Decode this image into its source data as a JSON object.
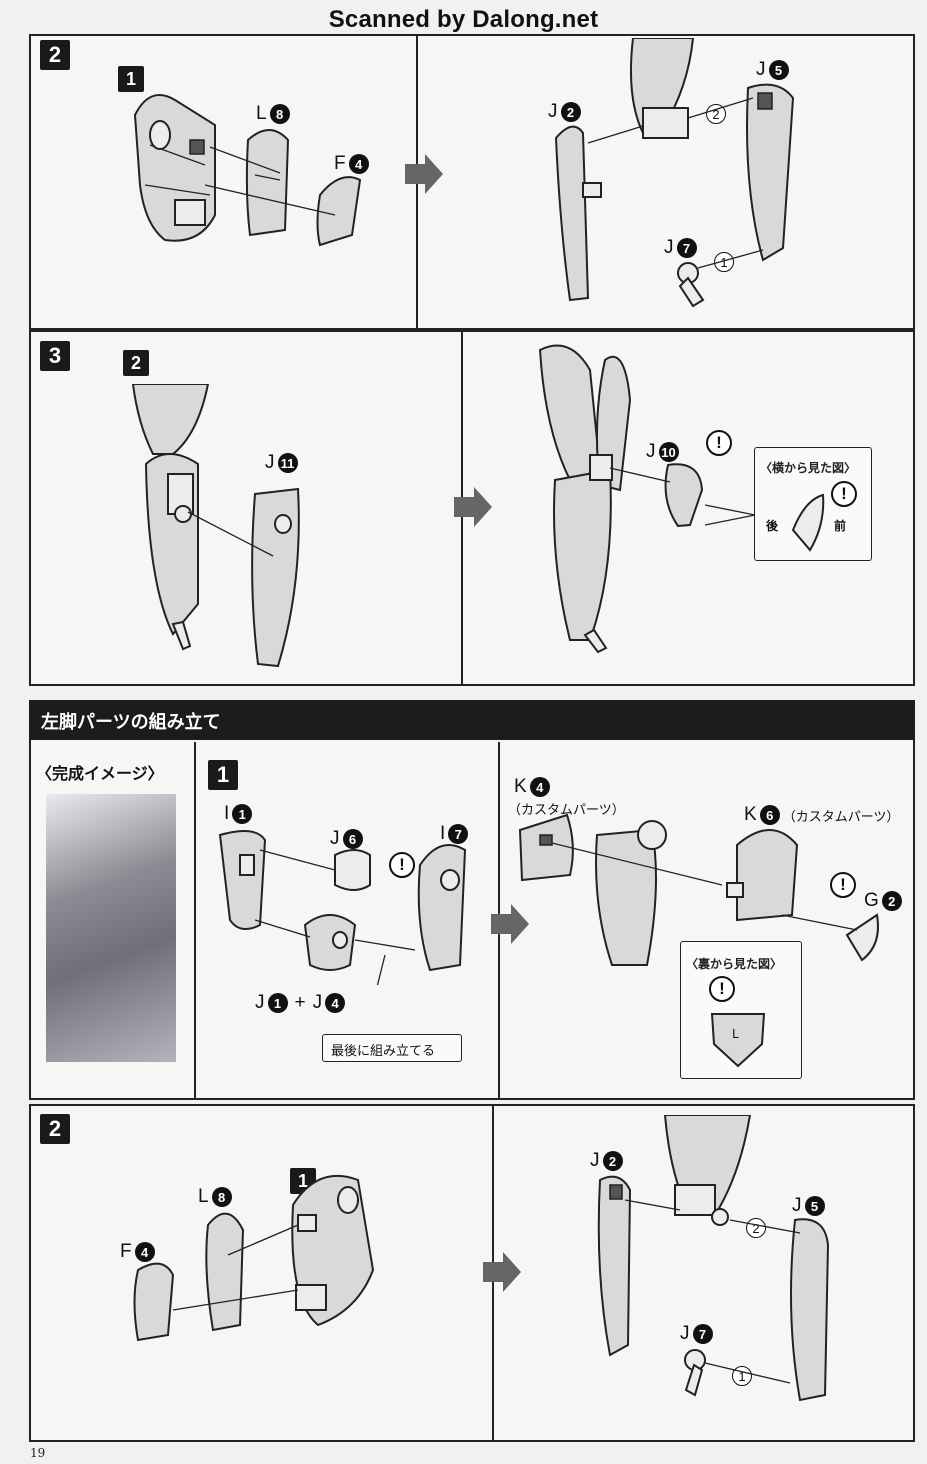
{
  "header": {
    "scan_credit": "Scanned by Dalong.net"
  },
  "section1": {
    "step2": {
      "step_number": "2",
      "sub_step": "1",
      "parts_left": [
        {
          "letter": "L",
          "num": "8"
        },
        {
          "letter": "F",
          "num": "4"
        }
      ],
      "parts_right": [
        {
          "letter": "J",
          "num": "2"
        },
        {
          "letter": "J",
          "num": "5"
        },
        {
          "letter": "J",
          "num": "7"
        }
      ],
      "order_marks": [
        "2",
        "1"
      ]
    },
    "step3": {
      "step_number": "3",
      "sub_step": "2",
      "parts_left": [
        {
          "letter": "J",
          "num": "11"
        }
      ],
      "parts_right": [
        {
          "letter": "J",
          "num": "10"
        }
      ],
      "callout": {
        "title": "〈横から見た図〉",
        "back": "後",
        "front": "前"
      }
    }
  },
  "section2": {
    "title": "左脚パーツの組み立て",
    "completed_image_label": "〈完成イメージ〉",
    "step1": {
      "step_number": "1",
      "parts_left": [
        {
          "letter": "I",
          "num": "1"
        },
        {
          "letter": "J",
          "num": "6"
        },
        {
          "letter": "I",
          "num": "7"
        }
      ],
      "combo": {
        "a_letter": "J",
        "a_num": "1",
        "plus": "+",
        "b_letter": "J",
        "b_num": "4"
      },
      "assemble_last_note": "最後に組み立てる",
      "parts_right": [
        {
          "letter": "K",
          "num": "4",
          "note": "（カスタムパーツ）"
        },
        {
          "letter": "K",
          "num": "6",
          "note": "（カスタムパーツ）"
        },
        {
          "letter": "G",
          "num": "2"
        }
      ],
      "callout": {
        "title": "〈裏から見た図〉",
        "mark": "L"
      }
    },
    "step2": {
      "step_number": "2",
      "sub_step": "1",
      "parts_left": [
        {
          "letter": "L",
          "num": "8"
        },
        {
          "letter": "F",
          "num": "4"
        }
      ],
      "parts_right": [
        {
          "letter": "J",
          "num": "2"
        },
        {
          "letter": "J",
          "num": "5"
        },
        {
          "letter": "J",
          "num": "7"
        }
      ],
      "order_marks": [
        "2",
        "1"
      ]
    }
  },
  "footer": {
    "page_number": "19"
  },
  "icons": {
    "warning": "!",
    "next_arrow": "next-step-arrow-icon"
  },
  "colors": {
    "ink": "#222222",
    "paper": "#f1f1ef",
    "section_bar": "#1c1c1c"
  }
}
